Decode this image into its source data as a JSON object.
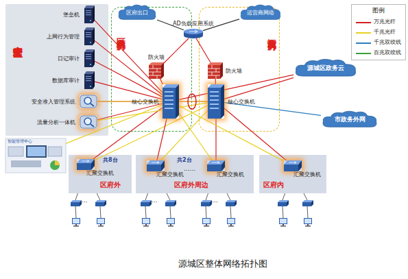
{
  "diagram": {
    "caption": "源城区整体网络拓扑图",
    "nodes": [
      {
        "text": [
          "安全管理区"
        ]
      },
      {
        "text": [
          "堡垒机"
        ],
        "in": 0
      },
      {
        "text": [
          "上网行为管理"
        ],
        "in": 0
      },
      {
        "text": [
          "日记审计"
        ],
        "in": 0
      },
      {
        "text": [
          "数据库审计"
        ],
        "in": 0
      },
      {
        "text": [
          "安全准入管理系统"
        ],
        "in": 0
      },
      {
        "text": [
          "流量分析一体机"
        ],
        "in": 0
      },
      {
        "text": [
          "区府内机房"
        ]
      },
      {
        "text": [
          "区府出口"
        ],
        "in": 7
      },
      {
        "text": [
          "防火墙"
        ],
        "in": 7
      },
      {
        "text": [
          "核心交换机"
        ],
        "in": 7
      },
      {
        "text": [
          "AD负载应用系统"
        ]
      },
      {
        "text": [
          "运营商机房"
        ]
      },
      {
        "text": [
          "运营商网络"
        ],
        "in": 12
      },
      {
        "text": [
          "防火墙"
        ],
        "in": 12
      },
      {
        "text": [
          "核心交换机"
        ],
        "in": 12
      },
      {
        "text": [
          "源城区政务云"
        ]
      },
      {
        "text": [
          "市政务外网"
        ]
      },
      {
        "text": [
          "智能管理中心"
        ]
      },
      {
        "text": [
          "共8台",
          "区府外"
        ]
      },
      {
        "text": [
          "汇聚交换机"
        ],
        "in": 19
      },
      {
        "text": [
          "共2台",
          "区府外周边"
        ]
      },
      {
        "text": [
          "汇聚交换机"
        ],
        "in": 21
      },
      {
        "text": [
          "汇聚交换机"
        ],
        "in": 21
      },
      {
        "text": [
          "区府内"
        ]
      },
      {
        "text": [
          "汇聚交换机"
        ],
        "in": 24
      }
    ],
    "edges": [
      {
        "from": 8,
        "to": 11,
        "arrow": "none"
      },
      {
        "from": 11,
        "to": 13,
        "arrow": "none"
      },
      {
        "from": 11,
        "to": 9,
        "arrow": "none"
      },
      {
        "from": 11,
        "to": 14,
        "arrow": "none"
      },
      {
        "from": 9,
        "to": 10,
        "arrow": "none"
      },
      {
        "from": 14,
        "to": 15,
        "arrow": "none"
      },
      {
        "from": 10,
        "to": 15,
        "arrow": "none"
      },
      {
        "from": 1,
        "to": 10,
        "arrow": "none"
      },
      {
        "from": 2,
        "to": 10,
        "arrow": "none"
      },
      {
        "from": 3,
        "to": 10,
        "arrow": "none"
      },
      {
        "from": 4,
        "to": 10,
        "arrow": "none"
      },
      {
        "from": 5,
        "to": 10,
        "arrow": "none"
      },
      {
        "from": 6,
        "to": 10,
        "arrow": "none"
      },
      {
        "from": 18,
        "to": 10,
        "arrow": "none"
      },
      {
        "from": 10,
        "to": 16,
        "arrow": "none"
      },
      {
        "from": 15,
        "to": 16,
        "arrow": "none"
      },
      {
        "from": 15,
        "to": 17,
        "arrow": "none"
      },
      {
        "from": 10,
        "to": 20,
        "arrow": "none"
      },
      {
        "from": 15,
        "to": 20,
        "arrow": "none"
      },
      {
        "from": 10,
        "to": 22,
        "arrow": "none"
      },
      {
        "from": 15,
        "to": 22,
        "arrow": "none"
      },
      {
        "from": 10,
        "to": 23,
        "arrow": "none"
      },
      {
        "from": 15,
        "to": 23,
        "arrow": "none"
      },
      {
        "from": 10,
        "to": 25,
        "arrow": "none"
      },
      {
        "from": 15,
        "to": 25,
        "arrow": "none"
      },
      {
        "from": 5,
        "to": 15,
        "arrow": "none"
      },
      {
        "from": 6,
        "to": 15,
        "arrow": "none"
      }
    ],
    "labels": [
      "图例",
      "......",
      "···",
      "···",
      "···"
    ],
    "legend": [
      {
        "text": "万兆光纤",
        "color": "#d42020"
      },
      {
        "text": "千兆光纤",
        "color": "#e8d020"
      },
      {
        "text": "千兆双绞线",
        "color": "#2a7fc0"
      },
      {
        "text": "百兆双绞线",
        "color": "#3aa03a"
      }
    ]
  }
}
